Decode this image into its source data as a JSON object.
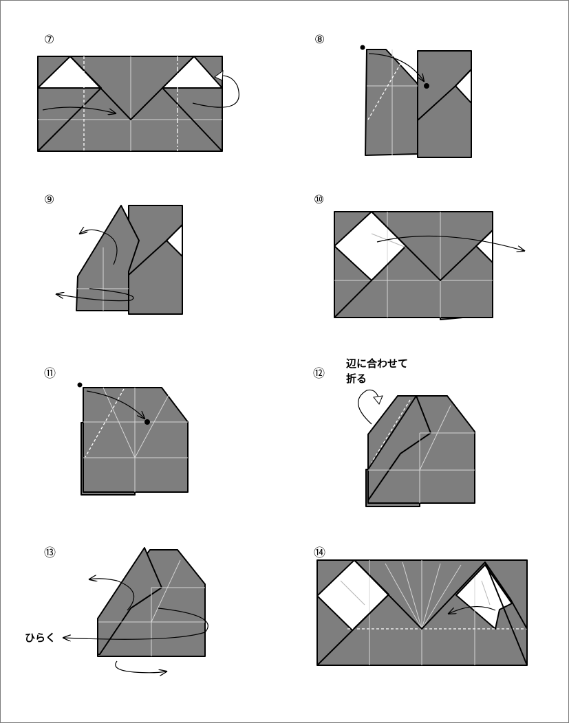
{
  "steps": [
    {
      "number": "⑦"
    },
    {
      "number": "⑧"
    },
    {
      "number": "⑨"
    },
    {
      "number": "⑩"
    },
    {
      "number": "⑪"
    },
    {
      "number": "⑫",
      "instruction_line1": "辺に合わせて",
      "instruction_line2": "折る"
    },
    {
      "number": "⑬",
      "instruction": "ひらく"
    },
    {
      "number": "⑭"
    }
  ],
  "colors": {
    "paper_back": "#7e7e7e",
    "paper_front": "#ffffff",
    "frame_border": "#7a7a7a"
  }
}
